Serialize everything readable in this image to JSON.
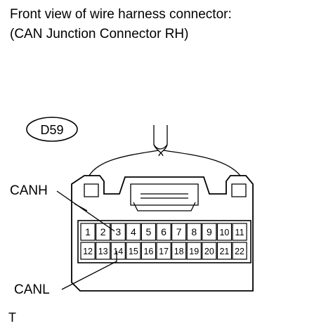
{
  "header": {
    "line1": "Front view of wire harness connector:",
    "line2": "(CAN Junction Connector RH)"
  },
  "connector": {
    "id": "D59",
    "row_top": [
      "1",
      "2",
      "3",
      "4",
      "5",
      "6",
      "7",
      "8",
      "9",
      "10",
      "11"
    ],
    "row_bottom": [
      "12",
      "13",
      "14",
      "15",
      "16",
      "17",
      "18",
      "19",
      "20",
      "21",
      "22"
    ]
  },
  "callouts": {
    "canh": "CANH",
    "canl": "CANL"
  },
  "footer": {
    "code": "T"
  }
}
